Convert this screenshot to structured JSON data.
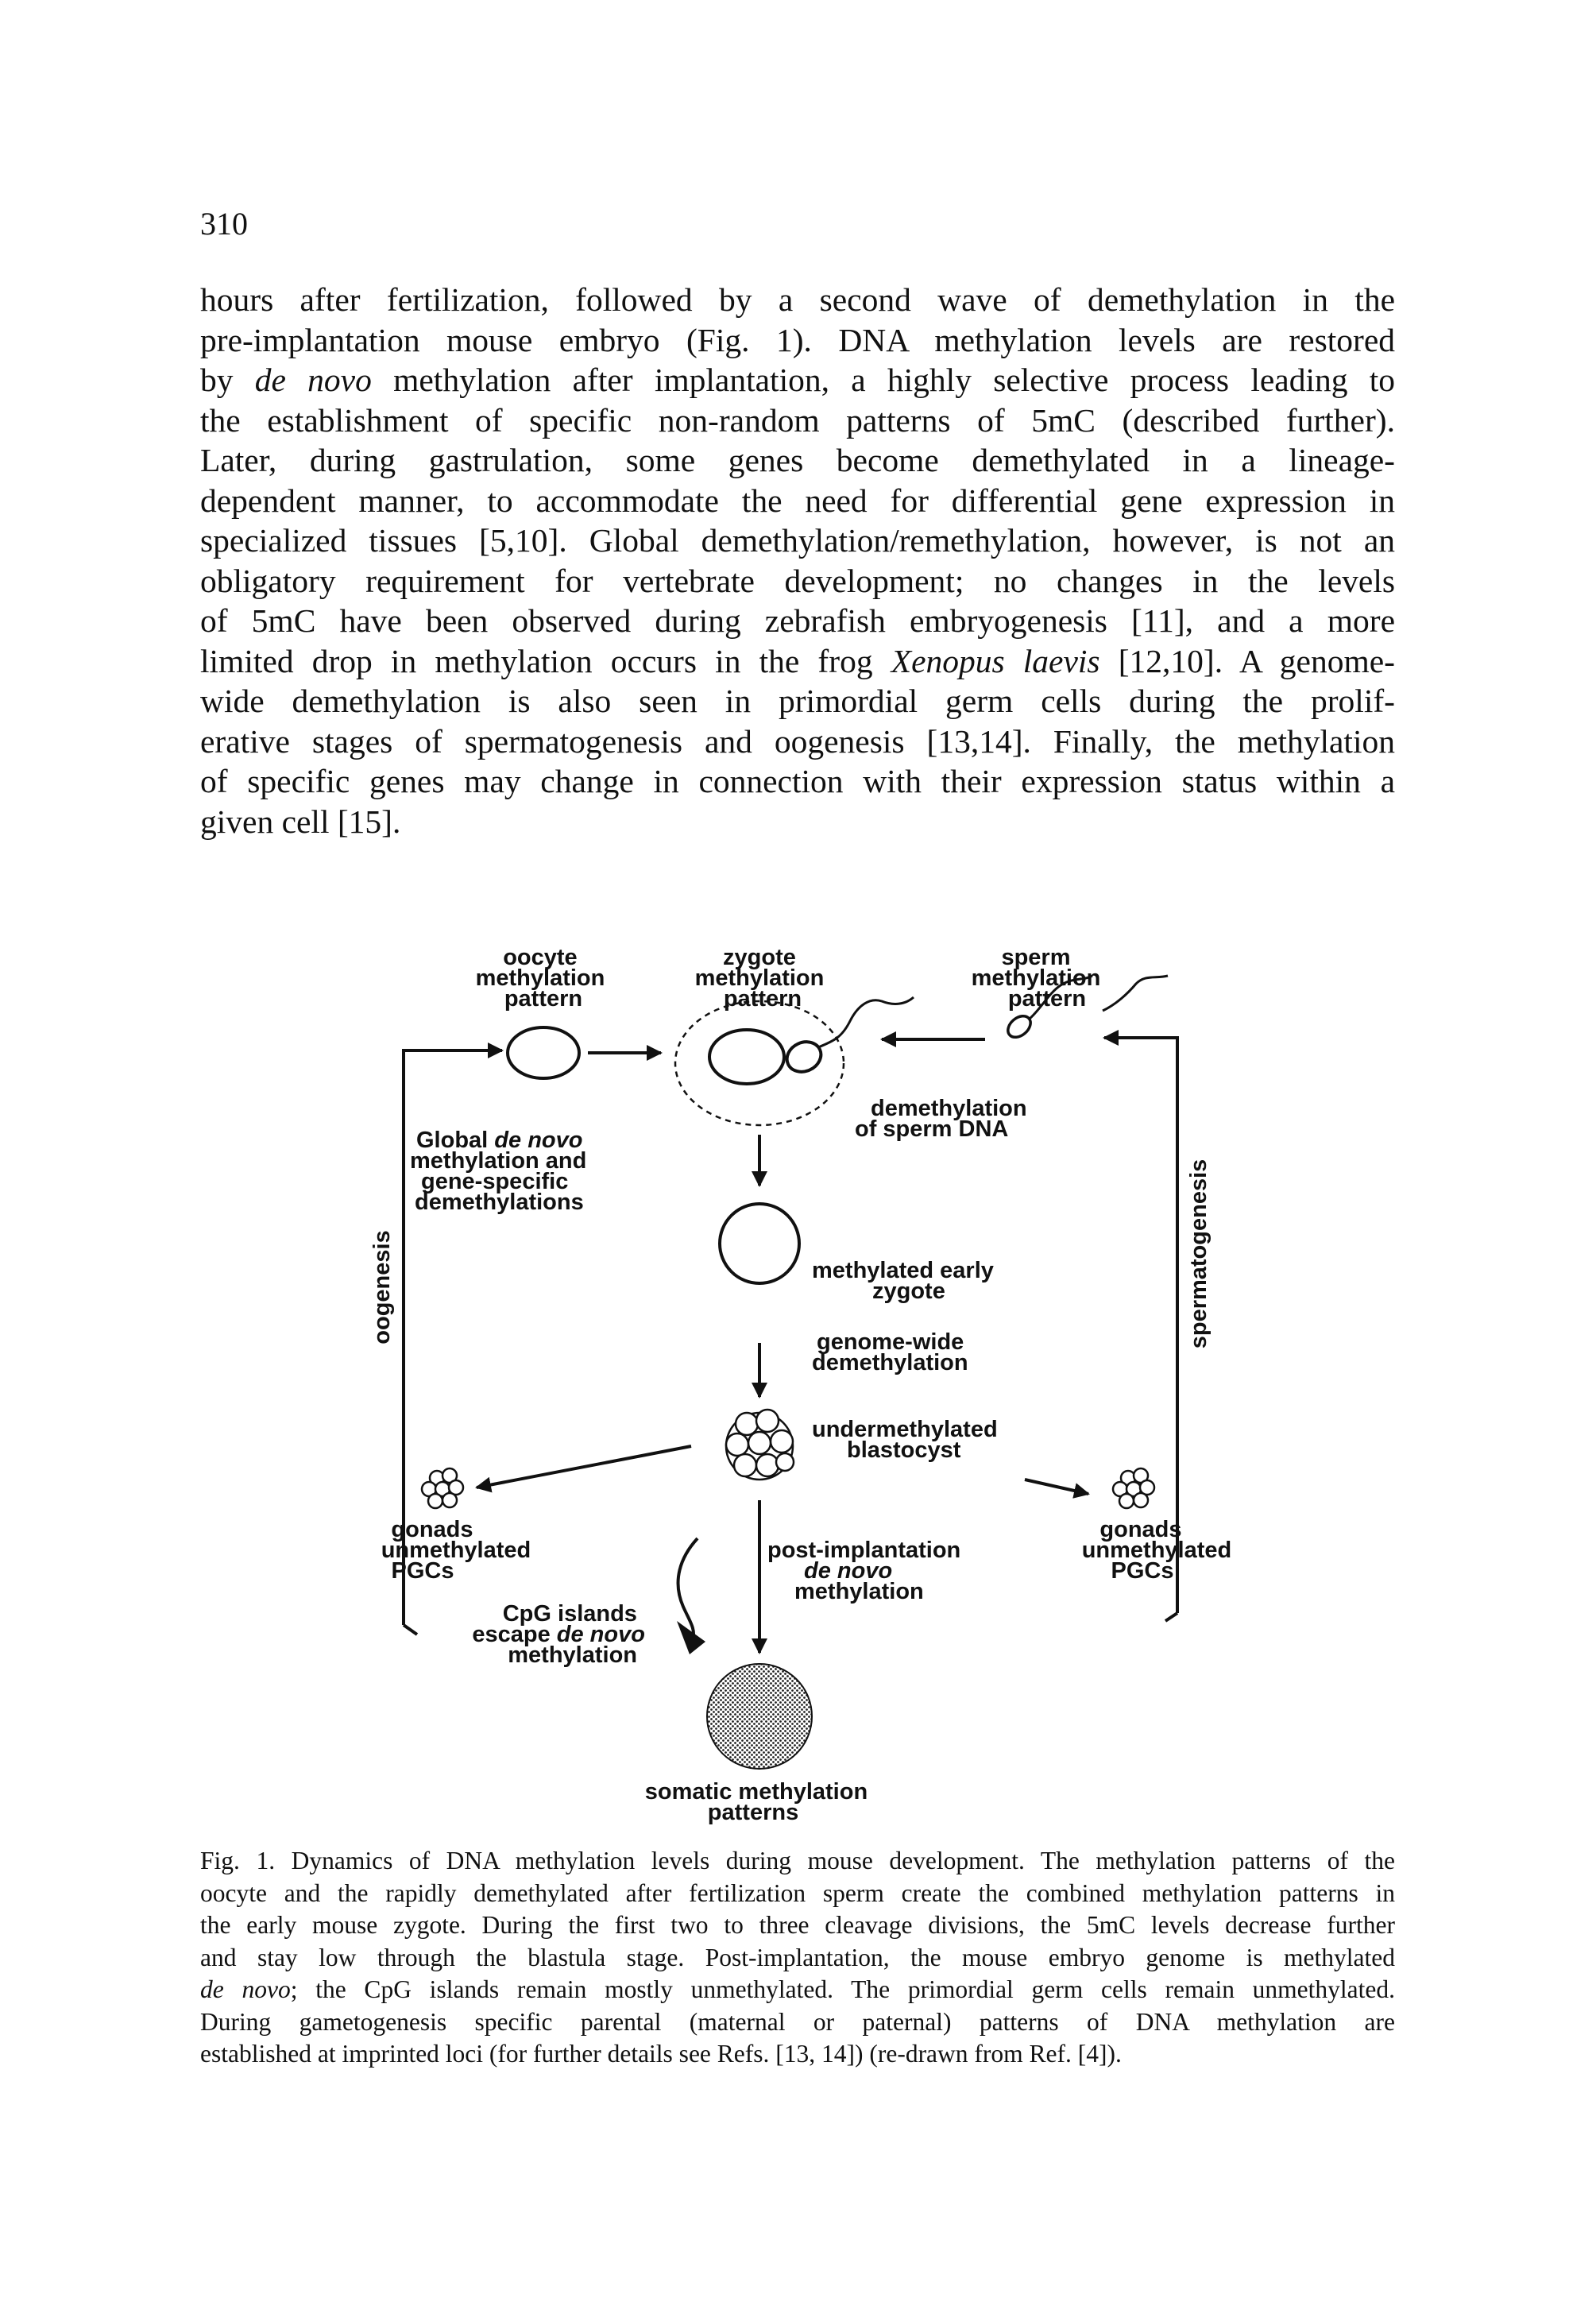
{
  "page_number": "310",
  "body_lines": [
    [
      {
        "t": "hours after fertilization, followed by a second wave of demethylation in the"
      }
    ],
    [
      {
        "t": "pre-implantation mouse embryo (Fig. 1). DNA methylation levels are restored"
      }
    ],
    [
      {
        "t": "by "
      },
      {
        "t": "de novo",
        "i": true
      },
      {
        "t": " methylation after implantation, a highly selective process leading to"
      }
    ],
    [
      {
        "t": "the establishment of specific non-random patterns of 5mC (described further)."
      }
    ],
    [
      {
        "t": "Later, during gastrulation, some genes become demethylated in a lineage-"
      }
    ],
    [
      {
        "t": "dependent manner, to accommodate the need for differential gene expression in"
      }
    ],
    [
      {
        "t": "specialized tissues [5,10]. Global demethylation/remethylation, however, is not an"
      }
    ],
    [
      {
        "t": "obligatory requirement for vertebrate development; no changes in the levels"
      }
    ],
    [
      {
        "t": "of 5mC have been observed during zebrafish embryogenesis [11], and a more"
      }
    ],
    [
      {
        "t": "limited drop in methylation occurs in the frog "
      },
      {
        "t": "Xenopus laevis",
        "i": true
      },
      {
        "t": " [12,10]. A genome-"
      }
    ],
    [
      {
        "t": "wide demethylation is also seen in primordial germ cells during the prolif-"
      }
    ],
    [
      {
        "t": "erative stages of spermatogenesis and oogenesis [13,14]. Finally, the methylation"
      }
    ],
    [
      {
        "t": "of specific genes may change in connection with their expression status within a"
      }
    ],
    [
      {
        "t": "given cell [15]."
      }
    ]
  ],
  "figure": {
    "oocyte_label": [
      "oocyte",
      "methylation",
      "pattern"
    ],
    "zygote_label": [
      "zygote",
      "methylation",
      "pattern"
    ],
    "sperm_label": [
      "sperm",
      "methylation",
      "pattern"
    ],
    "global_label": [
      [
        {
          "t": "Global "
        },
        {
          "t": "de novo",
          "i": true
        }
      ],
      [
        {
          "t": "methylation and"
        }
      ],
      [
        {
          "t": "gene-specific"
        }
      ],
      [
        {
          "t": "demethylations"
        }
      ]
    ],
    "demethylation_sperm_label": [
      "demethylation",
      "of sperm DNA"
    ],
    "methylated_zygote_label": [
      "methylated early",
      "zygote"
    ],
    "genome_wide_label": [
      "genome-wide",
      "demethylation"
    ],
    "blastocyst_label": [
      "undermethylated",
      "blastocyst"
    ],
    "gonads_left_label": [
      "gonads",
      "unmethylated",
      "PGCs"
    ],
    "gonads_right_label": [
      "gonads",
      "unmethylated",
      "PGCs"
    ],
    "cpg_label": [
      [
        {
          "t": "CpG islands"
        }
      ],
      [
        {
          "t": "escape "
        },
        {
          "t": "de novo",
          "i": true
        }
      ],
      [
        {
          "t": "methylation"
        }
      ]
    ],
    "post_implantation_label": [
      [
        {
          "t": "post-implantation"
        }
      ],
      [
        {
          "t": "de novo",
          "i": true
        }
      ],
      [
        {
          "t": "methylation"
        }
      ]
    ],
    "somatic_label": [
      "somatic methylation",
      "patterns"
    ],
    "oogenesis_label": "oogenesis",
    "spermatogenesis_label": "spermatogenesis"
  },
  "caption_lines": [
    [
      {
        "t": "Fig. 1. Dynamics of DNA methylation levels during mouse development. The methylation patterns of the"
      }
    ],
    [
      {
        "t": "oocyte and the rapidly demethylated after fertilization sperm create the combined methylation patterns in"
      }
    ],
    [
      {
        "t": "the early mouse zygote. During the first two to three cleavage divisions, the 5mC levels decrease further"
      }
    ],
    [
      {
        "t": "and stay low through the blastula stage. Post-implantation, the mouse embryo genome is methylated"
      }
    ],
    [
      {
        "t": "de novo",
        "i": true
      },
      {
        "t": "; the CpG islands remain mostly unmethylated. The primordial germ cells remain unmethylated."
      }
    ],
    [
      {
        "t": "During gametogenesis specific parental (maternal or paternal) patterns of DNA methylation are"
      }
    ],
    [
      {
        "t": "established at imprinted loci (for further details see Refs. [13, 14]) (re-drawn from Ref. [4])."
      }
    ]
  ]
}
